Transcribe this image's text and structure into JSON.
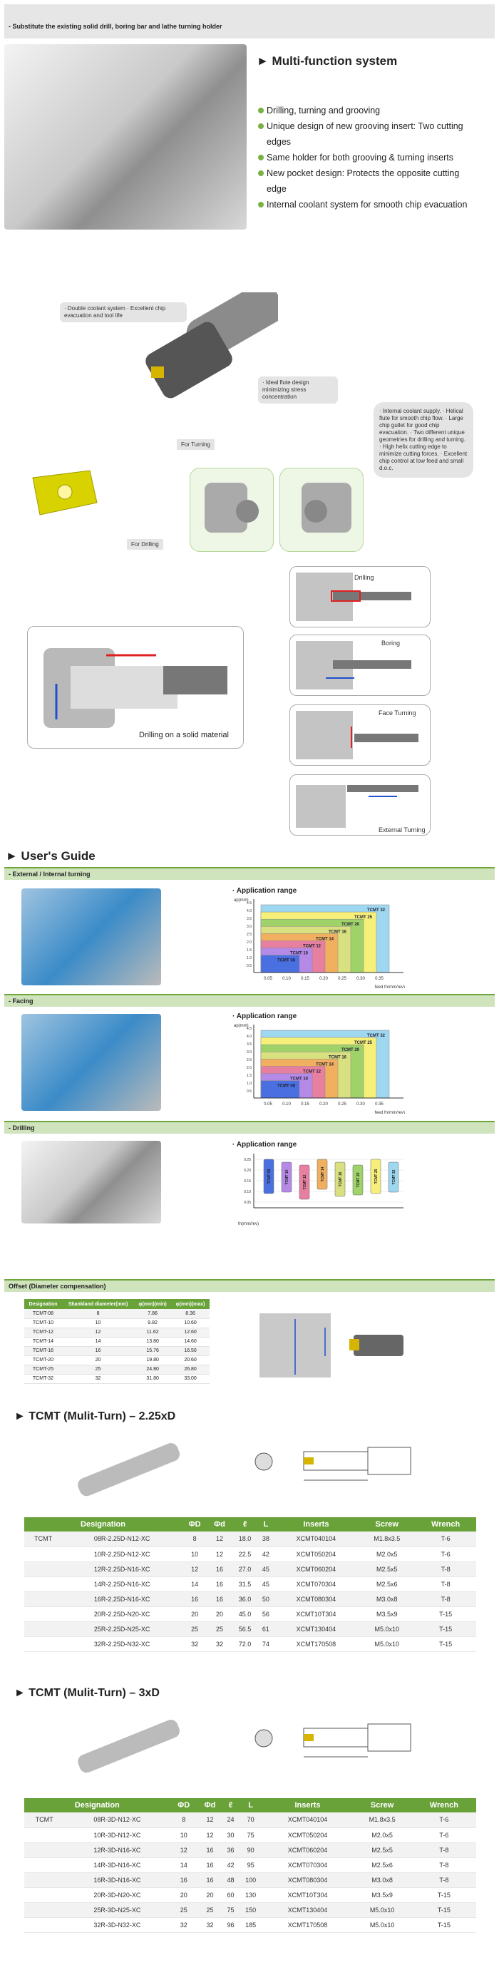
{
  "header": {
    "title": "- Substitute the existing solid drill, boring bar and lathe turning holder"
  },
  "multifunction": {
    "title": "► Multi-function system",
    "bullets": [
      "Drilling, turning and grooving",
      "Unique design of new grooving insert: Two cutting edges",
      "Same holder for both grooving & turning inserts",
      "New pocket design: Protects the opposite cutting edge",
      "Internal coolant system for smooth chip evacuation"
    ]
  },
  "callouts": {
    "coolant": "· Double coolant system · Excellent chip evacuation and tool life",
    "flute": "· Ideal flute design minimizing stress concentration",
    "for_turning": "For Turning",
    "for_drilling": "For Drilling",
    "features": "· Internal coolant supply. · Helical flute for smooth chip flow. · Large chip gullet for good chip evacuation. · Two different unique geometries for drilling and turning. · High helix cutting edge to minimize cutting forces. · Excellent chip control at low feed and small d.o.c."
  },
  "operations": {
    "drilling": "Drilling",
    "boring": "Boring",
    "face_turning": "Face Turning",
    "external_turning": "External Turning",
    "solid": "Drilling on a solid material"
  },
  "guide": {
    "title": "► User's Guide"
  },
  "sections": {
    "external": "- External / Internal turning",
    "facing": "- Facing",
    "drilling": "- Drilling",
    "offset": "Offset (Diameter compensation)"
  },
  "app_range": {
    "title": "· Application range",
    "yaxis": "ap(mm)",
    "xaxis": "feed fn(mm/rev)",
    "xaxis_drill": "fn(mm/rev)"
  },
  "chart_data": [
    {
      "type": "bar",
      "title": "Application range",
      "xlabel": "feed fn(mm/rev)",
      "ylabel": "ap(mm)",
      "x_ticks": [
        "0.05",
        "0.10",
        "0.15",
        "0.20",
        "0.25",
        "0.30",
        "0.35"
      ],
      "y_ticks": [
        "0.5",
        "1.0",
        "1.5",
        "2.0",
        "2.5",
        "3.0",
        "3.5",
        "4.0",
        "4.5"
      ],
      "series": [
        {
          "name": "TCMT 08"
        },
        {
          "name": "TCMT 10"
        },
        {
          "name": "TCMT 12"
        },
        {
          "name": "TCMT 14"
        },
        {
          "name": "TCMT 16"
        },
        {
          "name": "TCMT 20"
        },
        {
          "name": "TCMT 25"
        },
        {
          "name": "TCMT 32"
        }
      ]
    },
    {
      "type": "bar",
      "title": "Application range",
      "xlabel": "feed fn(mm/rev)",
      "ylabel": "ap(mm)",
      "x_ticks": [
        "0.05",
        "0.10",
        "0.15",
        "0.20",
        "0.25",
        "0.30",
        "0.35"
      ],
      "y_ticks": [
        "0.5",
        "1.0",
        "1.5",
        "2.0",
        "2.5",
        "3.0",
        "3.5",
        "4.0",
        "4.5"
      ],
      "series": [
        {
          "name": "TCMT 08"
        },
        {
          "name": "TCMT 10"
        },
        {
          "name": "TCMT 12"
        },
        {
          "name": "TCMT 14"
        },
        {
          "name": "TCMT 16"
        },
        {
          "name": "TCMT 20"
        },
        {
          "name": "TCMT 25"
        },
        {
          "name": "TCMT 32"
        }
      ]
    },
    {
      "type": "bar",
      "title": "Application range",
      "xlabel": "fn(mm/rev)",
      "y_ticks": [
        "0.05",
        "0.10",
        "0.15",
        "0.20",
        "0.25"
      ],
      "series": [
        {
          "name": "TCMT 08"
        },
        {
          "name": "TCMT 10"
        },
        {
          "name": "TCMT 12"
        },
        {
          "name": "TCMT 14"
        },
        {
          "name": "TCMT 16"
        },
        {
          "name": "TCMT 20"
        },
        {
          "name": "TCMT 25"
        },
        {
          "name": "TCMT 32"
        }
      ]
    }
  ],
  "offset_table": {
    "headers": [
      "Designation",
      "Shankland diameter(mm)",
      "φ(mm)(min)",
      "φ(mm)(max)"
    ],
    "rows": [
      [
        "TCMT-08",
        "8",
        "7.86",
        "8.36"
      ],
      [
        "TCMT-10",
        "10",
        "9.82",
        "10.60"
      ],
      [
        "TCMT-12",
        "12",
        "11.62",
        "12.60"
      ],
      [
        "TCMT-14",
        "14",
        "13.80",
        "14.60"
      ],
      [
        "TCMT-16",
        "16",
        "15.76",
        "16.50"
      ],
      [
        "TCMT-20",
        "20",
        "19.80",
        "20.60"
      ],
      [
        "TCMT-25",
        "25",
        "24.80",
        "26.80"
      ],
      [
        "TCMT-32",
        "32",
        "31.80",
        "33.00"
      ]
    ]
  },
  "tcmt225": {
    "title": "► TCMT (Mulit-Turn) – 2.25xD"
  },
  "tcmt3": {
    "title": "► TCMT (Mulit-Turn) – 3xD"
  },
  "table_headers": [
    "Designation",
    "ΦD",
    "Φd",
    "ℓ",
    "L",
    "Inserts",
    "Screw",
    "Wrench"
  ],
  "table225": [
    [
      "TCMT",
      "08R-2.25D-N12-XC",
      "8",
      "12",
      "18.0",
      "38",
      "XCMT040104",
      "M1.8x3.5",
      "T-6"
    ],
    [
      "",
      "10R-2.25D-N12-XC",
      "10",
      "12",
      "22.5",
      "42",
      "XCMT050204",
      "M2.0x5",
      "T-6"
    ],
    [
      "",
      "12R-2.25D-N16-XC",
      "12",
      "16",
      "27.0",
      "45",
      "XCMT060204",
      "M2.5x5",
      "T-8"
    ],
    [
      "",
      "14R-2.25D-N16-XC",
      "14",
      "16",
      "31.5",
      "45",
      "XCMT070304",
      "M2.5x6",
      "T-8"
    ],
    [
      "",
      "16R-2.25D-N16-XC",
      "16",
      "16",
      "36.0",
      "50",
      "XCMT080304",
      "M3.0x8",
      "T-8"
    ],
    [
      "",
      "20R-2.25D-N20-XC",
      "20",
      "20",
      "45.0",
      "56",
      "XCMT10T304",
      "M3.5x9",
      "T-15"
    ],
    [
      "",
      "25R-2.25D-N25-XC",
      "25",
      "25",
      "56.5",
      "61",
      "XCMT130404",
      "M5.0x10",
      "T-15"
    ],
    [
      "",
      "32R-2.25D-N32-XC",
      "32",
      "32",
      "72.0",
      "74",
      "XCMT170508",
      "M5.0x10",
      "T-15"
    ]
  ],
  "table3": [
    [
      "TCMT",
      "08R-3D-N12-XC",
      "8",
      "12",
      "24",
      "70",
      "XCMT040104",
      "M1.8x3.5",
      "T-6"
    ],
    [
      "",
      "10R-3D-N12-XC",
      "10",
      "12",
      "30",
      "75",
      "XCMT050204",
      "M2.0x5",
      "T-6"
    ],
    [
      "",
      "12R-3D-N16-XC",
      "12",
      "16",
      "36",
      "90",
      "XCMT060204",
      "M2.5x5",
      "T-8"
    ],
    [
      "",
      "14R-3D-N16-XC",
      "14",
      "16",
      "42",
      "95",
      "XCMT070304",
      "M2.5x6",
      "T-8"
    ],
    [
      "",
      "16R-3D-N16-XC",
      "16",
      "16",
      "48",
      "100",
      "XCMT080304",
      "M3.0x8",
      "T-8"
    ],
    [
      "",
      "20R-3D-N20-XC",
      "20",
      "20",
      "60",
      "130",
      "XCMT10T304",
      "M3.5x9",
      "T-15"
    ],
    [
      "",
      "25R-3D-N25-XC",
      "25",
      "25",
      "75",
      "150",
      "XCMT130404",
      "M5.0x10",
      "T-15"
    ],
    [
      "",
      "32R-3D-N32-XC",
      "32",
      "32",
      "96",
      "185",
      "XCMT170508",
      "M5.0x10",
      "T-15"
    ]
  ],
  "colors": {
    "green": "#6aa23a",
    "greenLight": "#cfe3bd",
    "bullet": "#79b241"
  }
}
